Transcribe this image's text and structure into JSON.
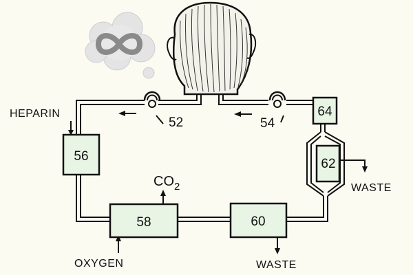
{
  "labels": {
    "heparin": "HEPARIN",
    "oxygen": "OXYGEN",
    "co2_base": "CO",
    "co2_sub": "2",
    "waste_1": "WASTE",
    "waste_2": "WASTE"
  },
  "components": {
    "pump_1": "52",
    "pump_2": "54",
    "unit_56": "56",
    "unit_58": "58",
    "unit_60": "60",
    "unit_62": "62",
    "unit_64": "64"
  },
  "colors": {
    "ink": "#111111",
    "paper": "#fbfbf2",
    "box_fill": "#e8f4e4",
    "logo_cloud": "#dcdcdc",
    "logo_symbol": "#8a8a8a"
  },
  "icons": {
    "logo": "infinity-cloud-icon",
    "head": "head-icon"
  }
}
